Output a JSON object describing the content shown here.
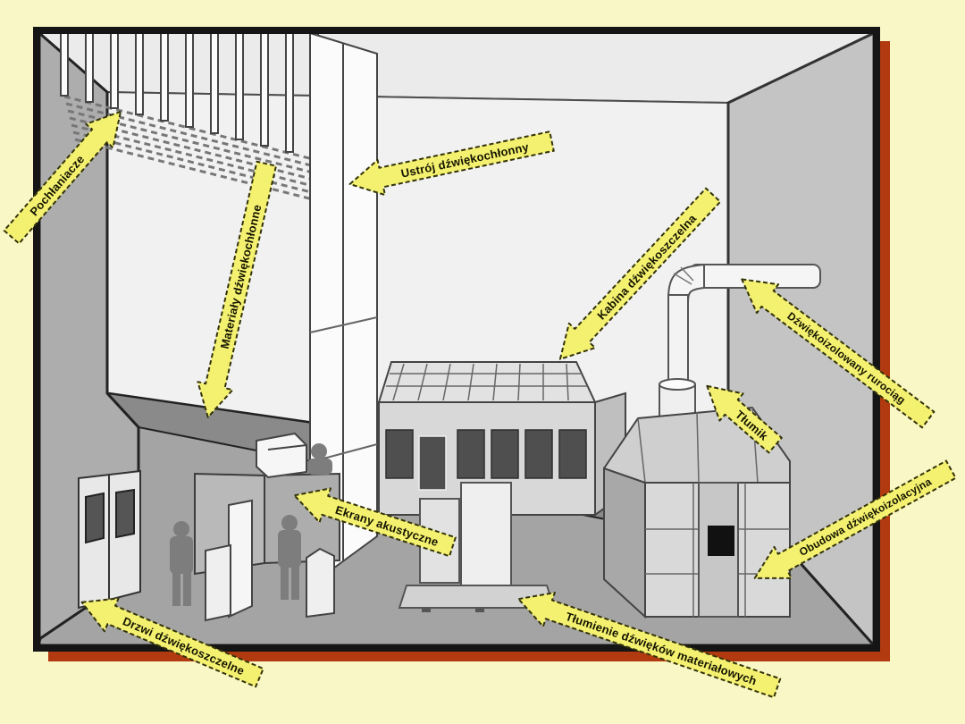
{
  "diagram": {
    "description": "Metody ochrony przed halasem w pomieszczeniu przemyslowym",
    "labels": [
      {
        "id": "pochlaniacze",
        "text": "Pochłaniacze"
      },
      {
        "id": "ustroj",
        "text": "Ustrój dźwiękochłonny"
      },
      {
        "id": "materialy",
        "text": "Materiały dźwiękochłonne"
      },
      {
        "id": "kabina",
        "text": "Kabina dźwiękoszczelna"
      },
      {
        "id": "rurociag",
        "text": "Dźwiękoizolowany rurociąg"
      },
      {
        "id": "tlumik",
        "text": "Tłumik"
      },
      {
        "id": "obudowa",
        "text": "Obudowa dźwiękoizolacyjna"
      },
      {
        "id": "ekrany",
        "text": "Ekrany akustyczne"
      },
      {
        "id": "drzwi",
        "text": "Drzwi dźwiękoszczelne"
      },
      {
        "id": "tlumienie",
        "text": "Tłumienie dźwięków materiałowych"
      }
    ],
    "colors": {
      "background": "#FAF7C6",
      "frame": "#151515",
      "shadow": "#B23A10",
      "arrow_fill": "#F5F170",
      "arrow_border": "#33330A",
      "ceiling": "#EBEBEB",
      "back_wall": "#F1F1F1",
      "left_wall": "#ADADAD",
      "right_wall": "#C4C4C4",
      "floor": "#A4A4A4",
      "floor_band": "#8A8A8A"
    }
  }
}
